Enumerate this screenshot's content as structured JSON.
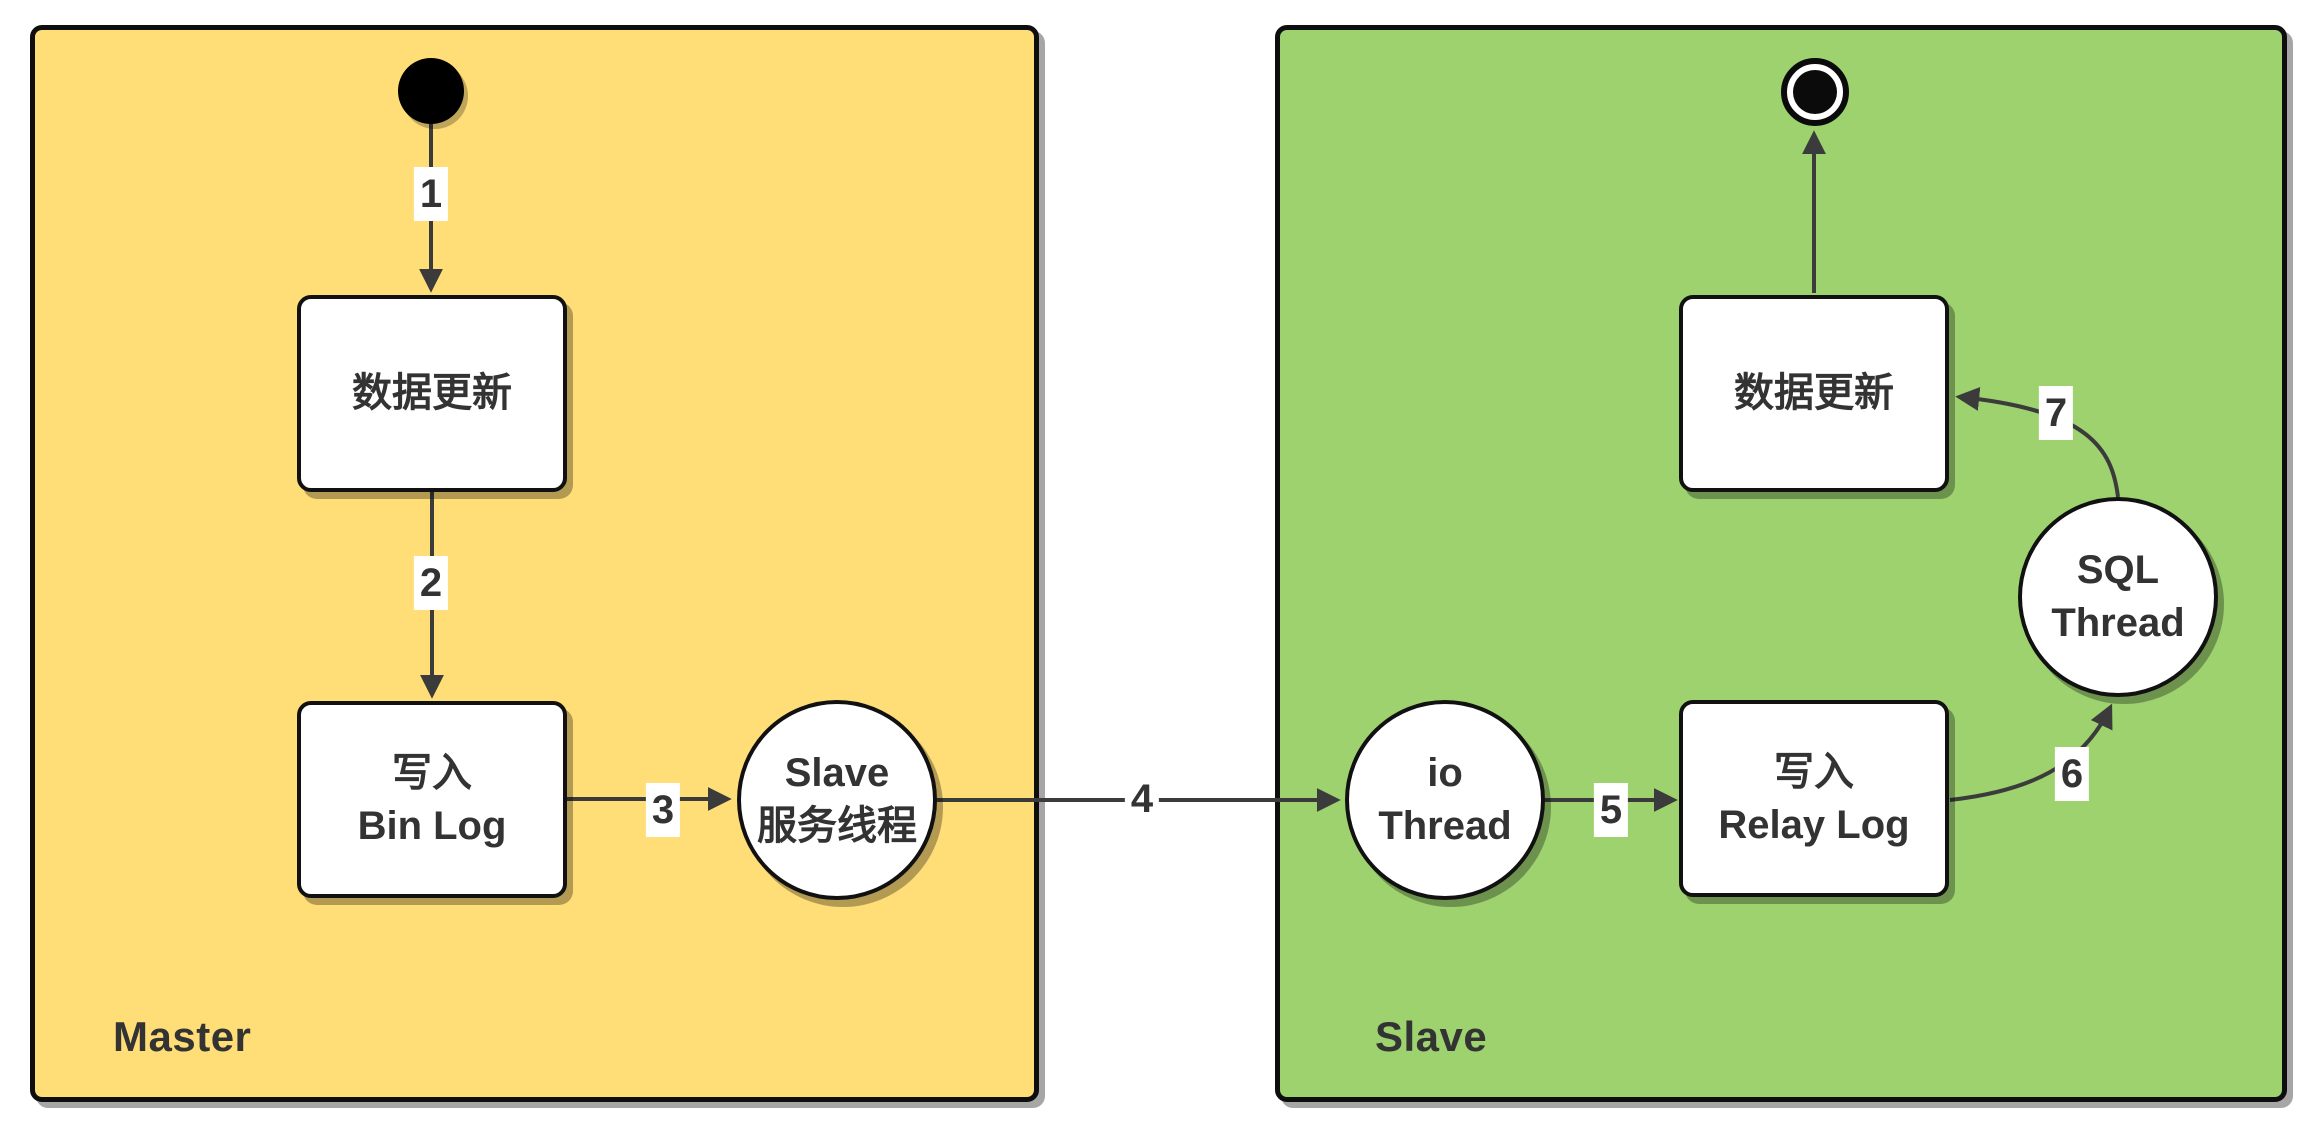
{
  "colors": {
    "lane_master": "#FFDD77",
    "lane_slave": "#9DD26F",
    "node_fill": "#FFFFFF",
    "border": "#111111",
    "line": "#3B3B3B",
    "text": "#333333",
    "start_fill": "#000000"
  },
  "lanes": {
    "master": {
      "label": "Master"
    },
    "slave": {
      "label": "Slave"
    }
  },
  "nodes": {
    "master_update": {
      "line1": "数据更新",
      "line2": ""
    },
    "master_binlog": {
      "line1": "写入",
      "line2": "Bin Log"
    },
    "slave_service_thread": {
      "line1": "Slave",
      "line2": "服务线程"
    },
    "io_thread": {
      "line1": "io",
      "line2": "Thread"
    },
    "relay_log": {
      "line1": "写入",
      "line2": "Relay Log"
    },
    "sql_thread": {
      "line1": "SQL",
      "line2": "Thread"
    },
    "slave_update": {
      "line1": "数据更新",
      "line2": ""
    }
  },
  "edges": {
    "e1": {
      "label": "1"
    },
    "e2": {
      "label": "2"
    },
    "e3": {
      "label": "3"
    },
    "e4": {
      "label": "4"
    },
    "e5": {
      "label": "5"
    },
    "e6": {
      "label": "6"
    },
    "e7": {
      "label": "7"
    }
  }
}
